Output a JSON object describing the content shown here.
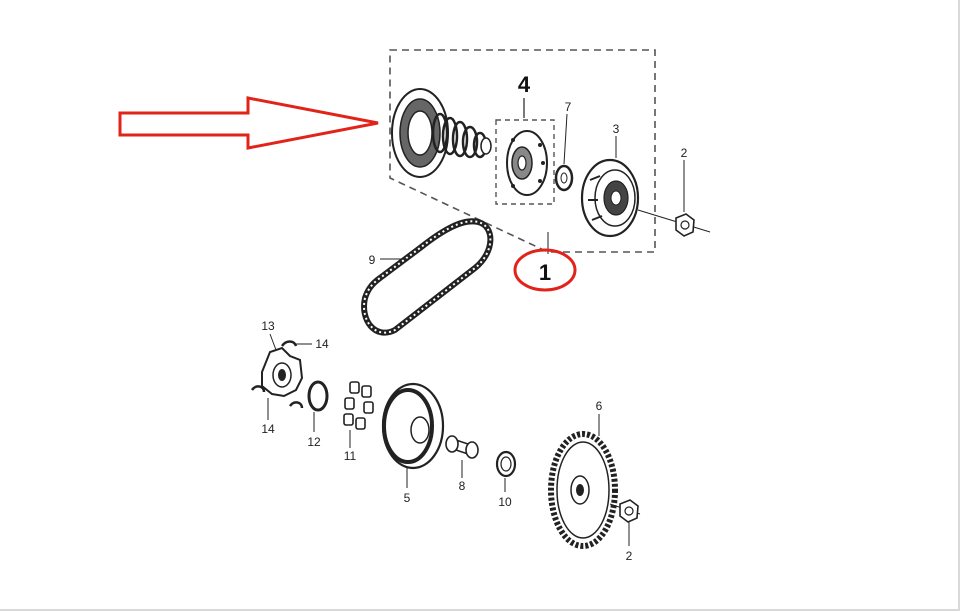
{
  "diagram": {
    "colors": {
      "highlight": "#e2231a",
      "ink": "#222222",
      "dash": "#555555"
    },
    "callouts": {
      "assembly": "1",
      "sub_assembly": "4"
    },
    "labels": {
      "nut_top": "2",
      "clutch_bell": "3",
      "clutch_plate": "4",
      "pulley_face": "5",
      "driven_gear": "6",
      "washer_small": "7",
      "bushing": "8",
      "belt": "9",
      "collar": "10",
      "rollers": "11",
      "ring": "12",
      "ramp_plate": "13",
      "clip_top": "14",
      "clip_bottom": "14",
      "nut_bottom": "2"
    }
  }
}
